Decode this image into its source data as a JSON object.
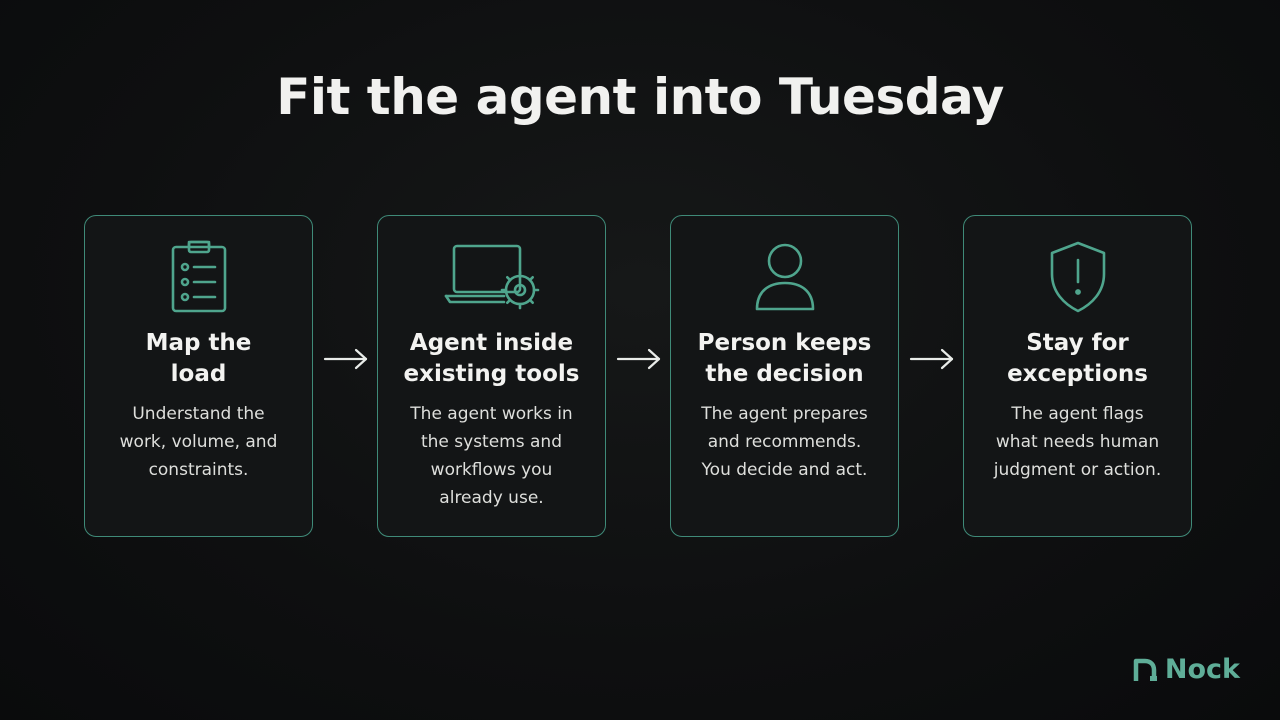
{
  "title": "Fit the agent into Tuesday",
  "accent_color": "#4fa58d",
  "steps": [
    {
      "icon": "clipboard-list-icon",
      "title": "Map the\nload",
      "description": "Understand the\nwork, volume, and\nconstraints."
    },
    {
      "icon": "laptop-gear-icon",
      "title": "Agent inside\nexisting tools",
      "description": "The agent works in\nthe systems and\nworkflows you\nalready use."
    },
    {
      "icon": "person-icon",
      "title": "Person keeps\nthe decision",
      "description": "The agent prepares\nand recommends.\nYou decide and act."
    },
    {
      "icon": "shield-alert-icon",
      "title": "Stay for\nexceptions",
      "description": "The agent flags\nwhat needs human\njudgment or action."
    }
  ],
  "brand": {
    "name": "Nock",
    "icon": "nock-logo-icon"
  }
}
